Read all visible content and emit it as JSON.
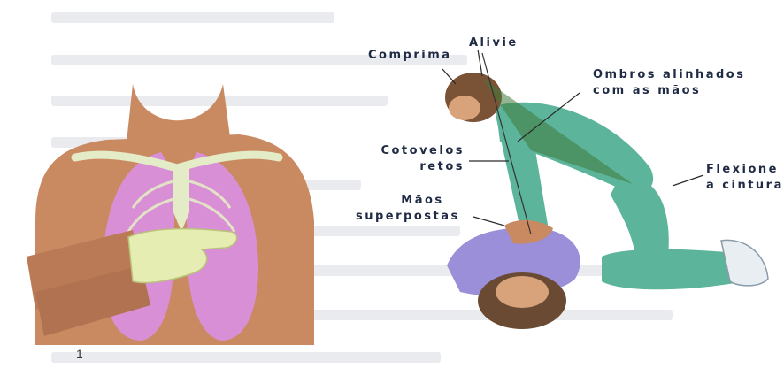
{
  "labels": {
    "comprima": "Comprima",
    "alivie": "Alivie",
    "ombros_line1": "Ombros alinhados",
    "ombros_line2": "com as mãos",
    "cotovelos_line1": "Cotovelos",
    "cotovelos_line2": "retos",
    "maos_line1": "Mãos",
    "maos_line2": "superpostas",
    "flexione_line1": "Flexione",
    "flexione_line2": "a cintura"
  },
  "figure_number": "1",
  "colors": {
    "skin": "#c98a62",
    "lung": "#d98fd6",
    "bone": "#e3ecc6",
    "shirt": "#5cb49a",
    "patient": "#9a8fd8",
    "label": "#1f2a44",
    "triangle": "#3f7a3a"
  }
}
